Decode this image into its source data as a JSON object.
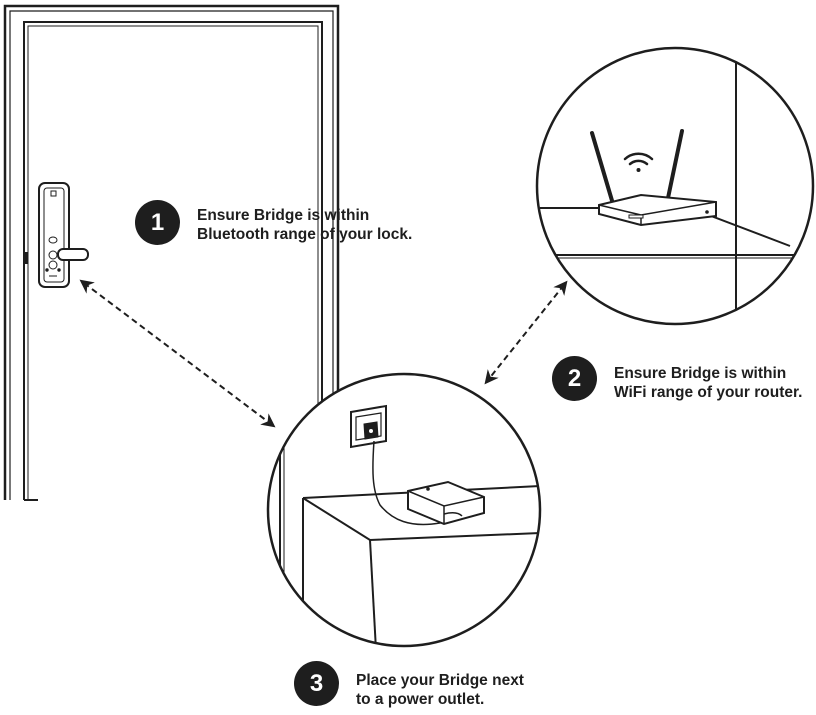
{
  "steps": [
    {
      "number": "1",
      "line1": "Ensure Bridge is within",
      "line2": "Bluetooth range of your lock."
    },
    {
      "number": "2",
      "line1": "Ensure Bridge is within",
      "line2": "WiFi range of your router."
    },
    {
      "number": "3",
      "line1": "Place your Bridge next",
      "line2": "to a power outlet."
    }
  ],
  "colors": {
    "ink": "#1e1e1e",
    "background": "#ffffff"
  },
  "icons": [
    "door",
    "smart-lock",
    "wifi-router",
    "wifi-signal-icon",
    "power-outlet",
    "bridge-device",
    "dashed-double-arrow"
  ]
}
